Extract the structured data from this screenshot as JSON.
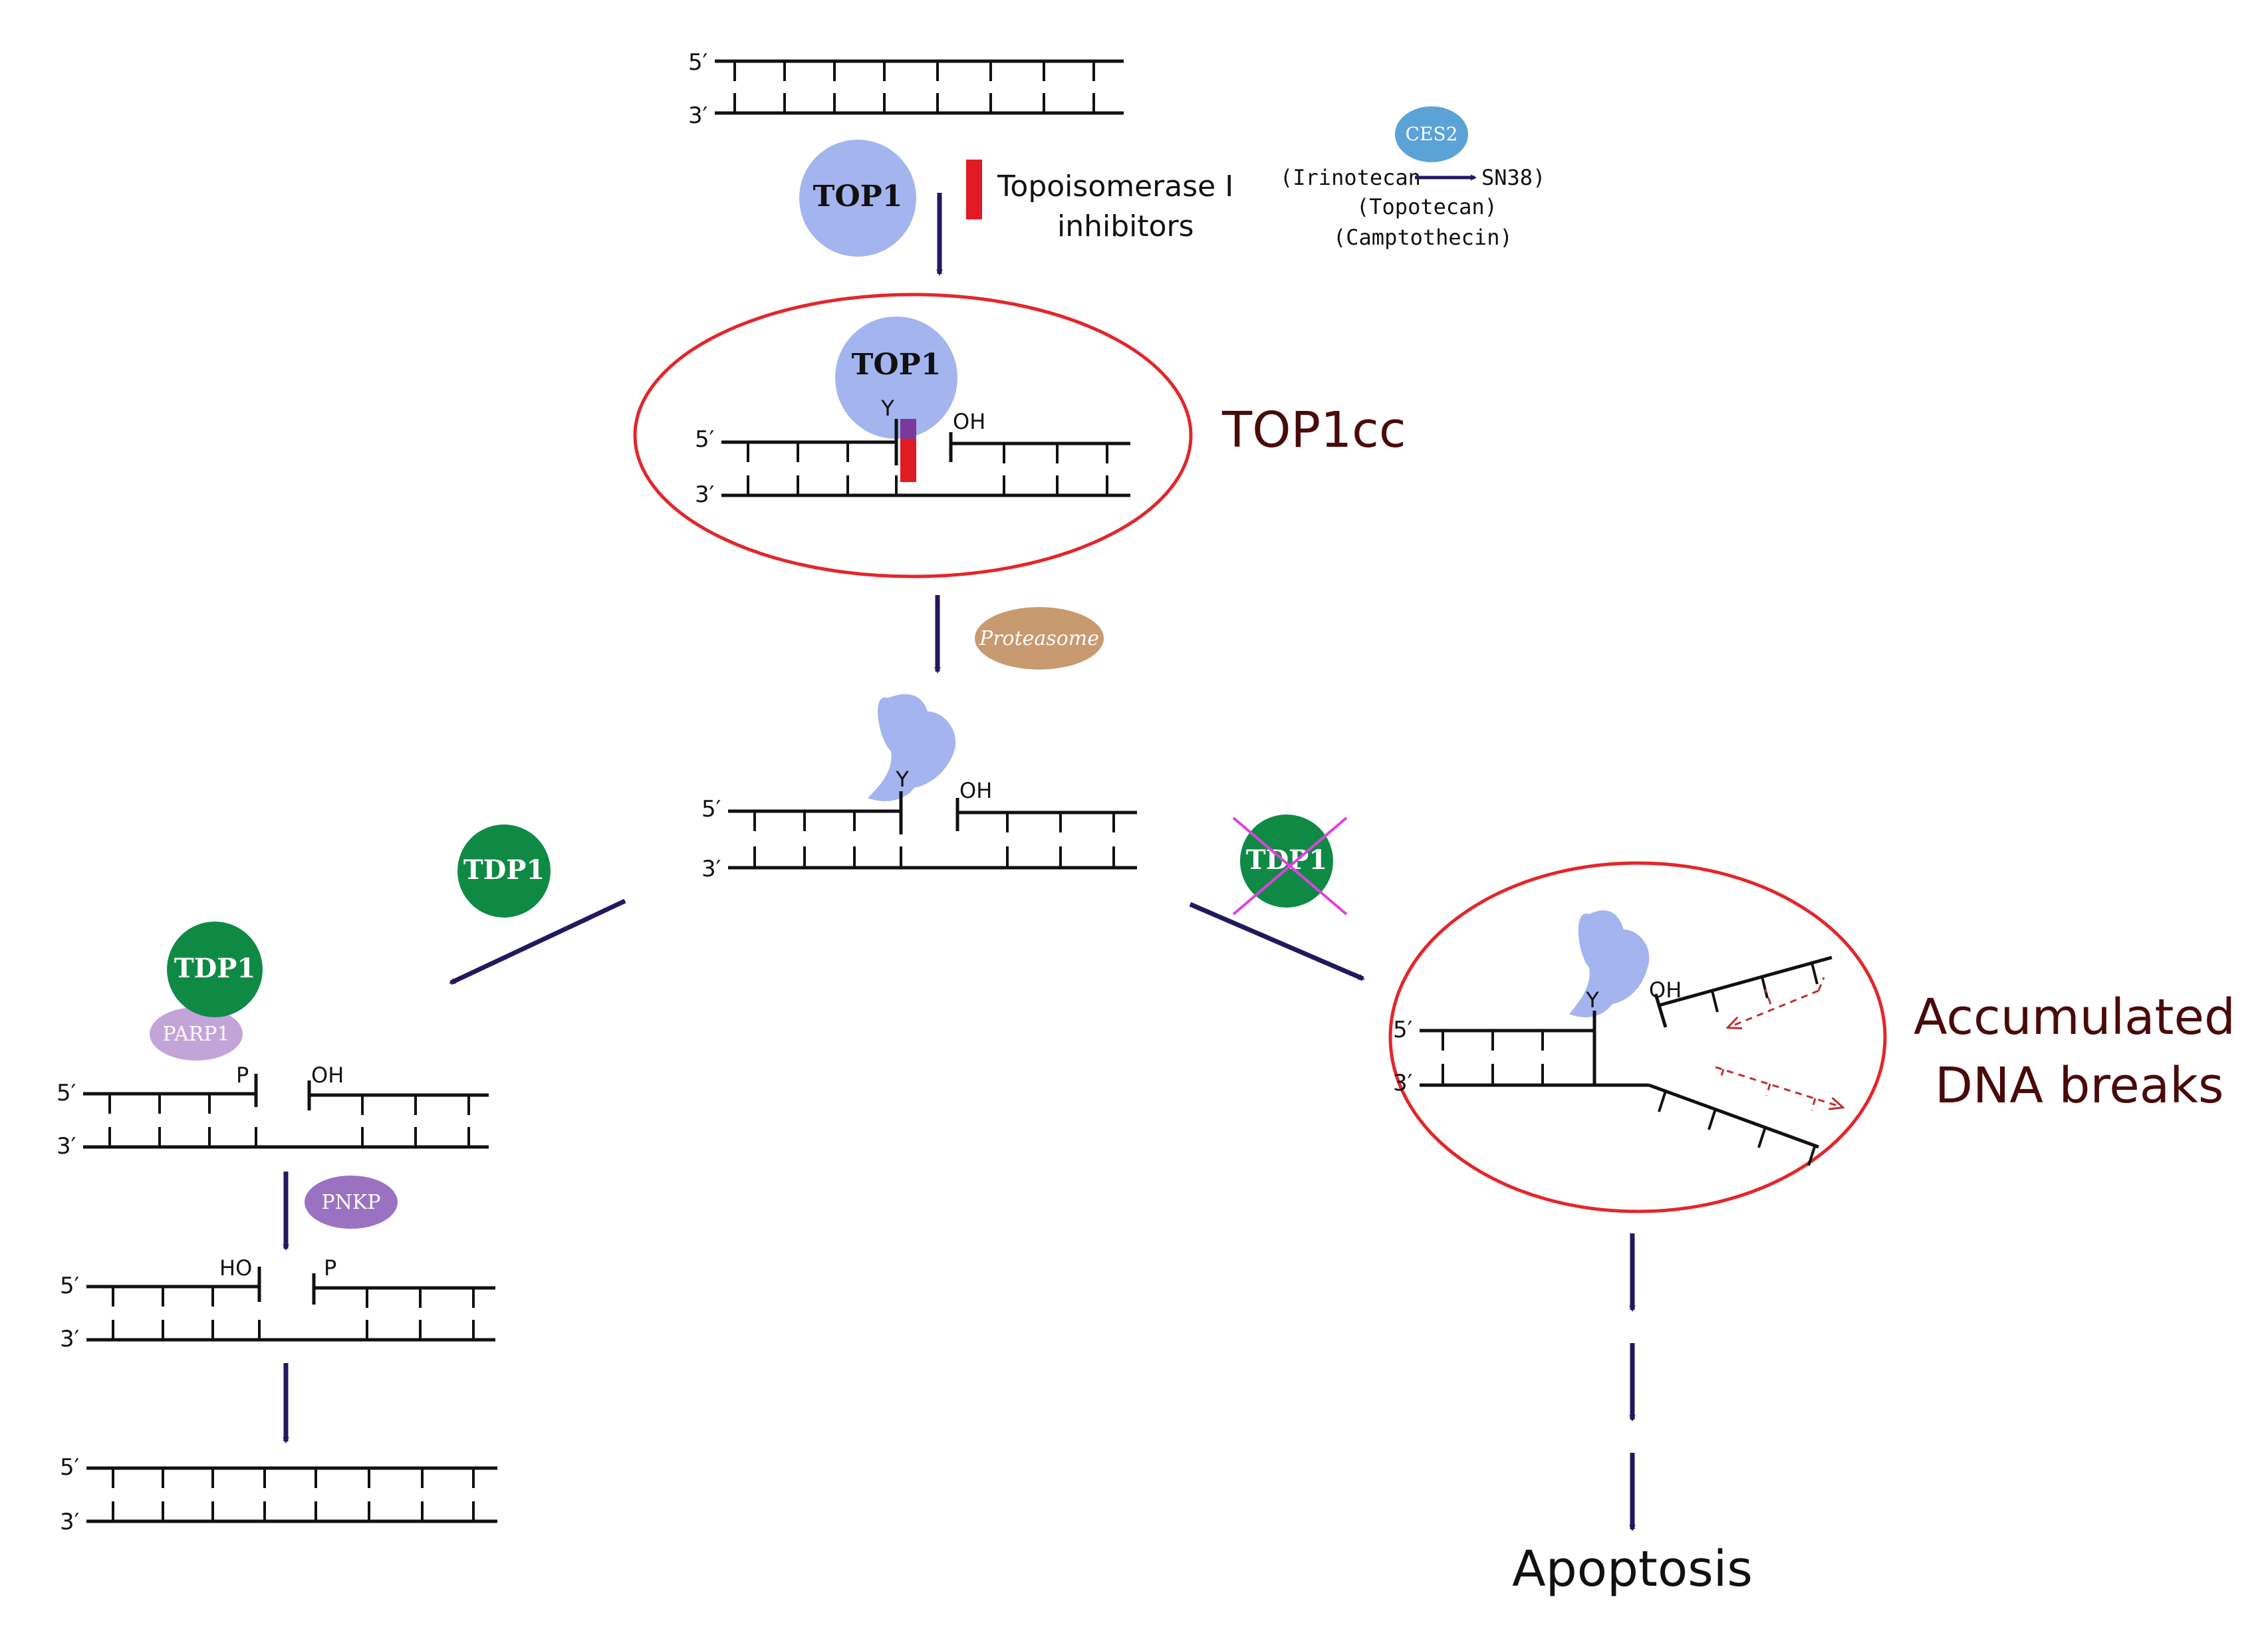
{
  "strand_labels": {
    "five": "5′",
    "three": "3′"
  },
  "end_labels": {
    "oh": "OH",
    "ho": "HO",
    "p": "P",
    "y": "Y"
  },
  "proteins": {
    "top1": "TOP1",
    "tdp1": "TDP1",
    "parp1": "PARP1",
    "pnkp": "PNKP",
    "ces2": "CES2",
    "proteasome": "Proteasome"
  },
  "inhibitor": {
    "line1": "Topoisomerase I",
    "line2": "inhibitors",
    "irinotecan": "(Irinotecan",
    "sn38": "SN38)",
    "topotecan": "(Topotecan)",
    "camptothecin": "(Camptothecin)"
  },
  "labels": {
    "top1cc": "TOP1cc",
    "accumulated_line1": "Accumulated",
    "accumulated_line2": "DNA breaks",
    "apoptosis": "Apoptosis"
  },
  "colors": {
    "arrow": "#1f1a5e",
    "top1": "#a4b4ee",
    "tdp1": "#0f8a45",
    "parp1": "#c3a4d8",
    "pnkp": "#9b72c2",
    "ces2": "#5ba2d6",
    "proteasome": "#c89a70",
    "inhibitor": "#e01b24",
    "ellipse": "#e3262b",
    "dark_red_text": "#4a0a0a",
    "cross": "#e040e0"
  }
}
